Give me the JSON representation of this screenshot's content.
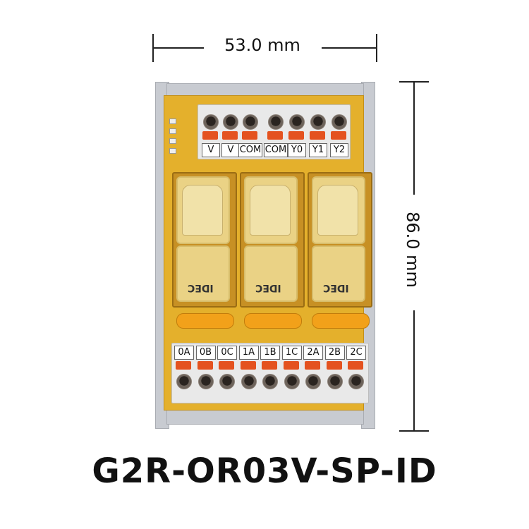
{
  "dimensions": {
    "width_label": "53.0 mm",
    "height_label": "86.0 mm"
  },
  "model_name": "G2R-OR03V-SP-ID",
  "top_terminals": [
    "V",
    "V",
    "COM",
    "COM",
    "Y0",
    "Y1",
    "Y2"
  ],
  "bottom_terminals": [
    "0A",
    "0B",
    "0C",
    "1A",
    "1B",
    "1C",
    "2A",
    "2B",
    "2C"
  ],
  "relay_brand": "IDEC",
  "colors": {
    "pcb": "#e4b02c",
    "terminal_lever": "#e4521f",
    "rail": "#c8cbd1"
  }
}
